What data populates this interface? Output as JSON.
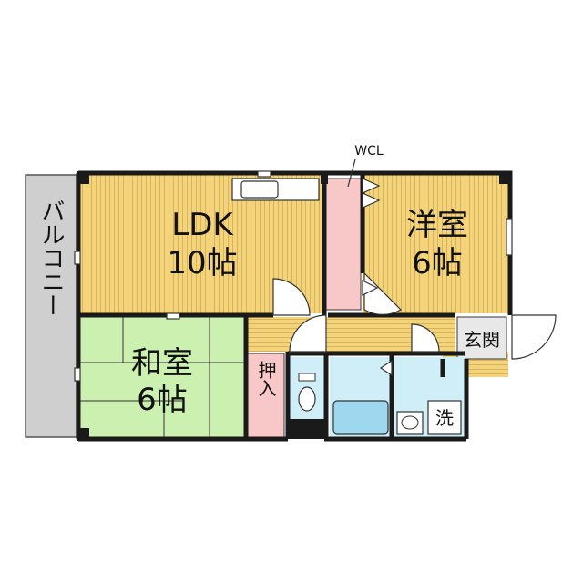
{
  "floorplan": {
    "balcony_label": "バルコニー",
    "wcl_label": "WCL",
    "rooms": {
      "ldk": {
        "name": "LDK",
        "size": "10帖"
      },
      "western": {
        "name": "洋室",
        "size": "6帖"
      },
      "japanese": {
        "name": "和室",
        "size": "6帖"
      },
      "closet": {
        "name": "押入"
      },
      "entrance": {
        "name": "玄関"
      },
      "washroom": {
        "name": "洗"
      }
    },
    "colors": {
      "wood_floor": "#f3d47c",
      "tatami": "#ccf0b0",
      "storage": "#f8c8c8",
      "wet_area": "#cfeef8",
      "balcony": "#cfcfcf",
      "wall": "#1a1a1a"
    }
  }
}
